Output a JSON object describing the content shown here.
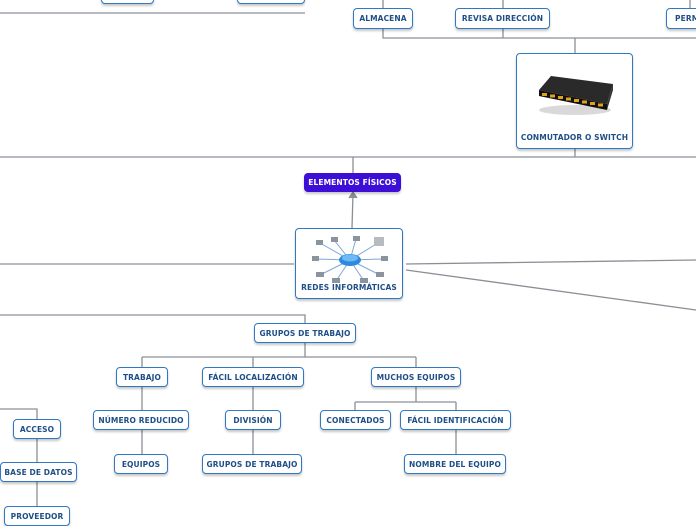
{
  "nodes": {
    "almacena": "ALMACENA",
    "revisa_direccion": "REVISA DIRECCIÓN",
    "perm": "PERM",
    "conmutador": "CONMUTADOR O SWITCH",
    "elementos_fisicos": "ELEMENTOS FÍSICOS",
    "redes_informaticas": "REDES INFORMÁTICAS",
    "grupos_de_trabajo": "GRUPOS DE TRABAJO",
    "trabajo": "TRABAJO",
    "facil_localizacion": "FÁCIL LOCALIZACIÓN",
    "muchos_equipos": "MUCHOS EQUIPOS",
    "numero_reducido": "NÚMERO REDUCIDO",
    "division": "DIVISIÓN",
    "conectados": "CONECTADOS",
    "facil_identificacion": "FÁCIL IDENTIFICACIÓN",
    "equipos": "EQUIPOS",
    "grupos_de_trabajo_2": "GRUPOS DE TRABAJO",
    "nombre_del_equipo": "NOMBRE DEL EQUIPO",
    "acceso": "ACCESO",
    "base_de_datos": "BASE DE DATOS",
    "proveedor": "PROVEEDOR"
  },
  "colors": {
    "node_border": "#2f78c4",
    "node_text": "#1f4f86",
    "central_fill": "#3d0fd6",
    "connector": "#8a8f96"
  }
}
